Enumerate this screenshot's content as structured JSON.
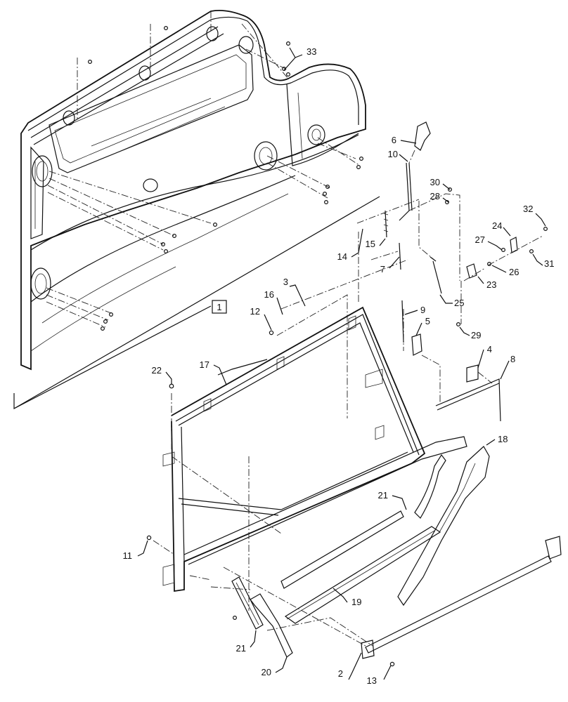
{
  "diagram": {
    "type": "exploded-parts-view",
    "callouts": [
      "1",
      "2",
      "3",
      "4",
      "5",
      "6",
      "7",
      "8",
      "9",
      "10",
      "11",
      "12",
      "13",
      "14",
      "15",
      "16",
      "17",
      "18",
      "19",
      "20",
      "21",
      "21",
      "22",
      "23",
      "24",
      "25",
      "26",
      "27",
      "28",
      "29",
      "30",
      "31",
      "32",
      "33"
    ]
  }
}
